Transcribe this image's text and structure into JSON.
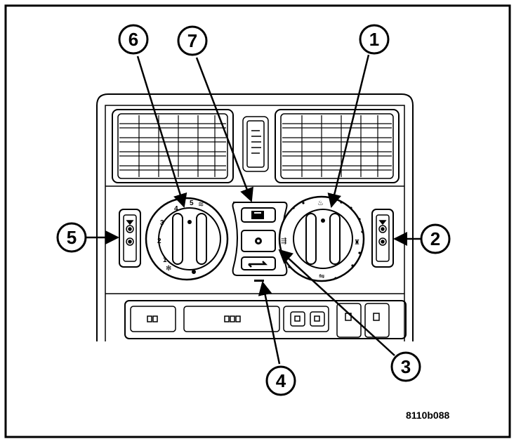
{
  "figure": {
    "id": "8110b088",
    "callouts": [
      {
        "key": "c1",
        "label": "1"
      },
      {
        "key": "c2",
        "label": "2"
      },
      {
        "key": "c3",
        "label": "3"
      },
      {
        "key": "c4",
        "label": "4"
      },
      {
        "key": "c5",
        "label": "5"
      },
      {
        "key": "c6",
        "label": "6"
      },
      {
        "key": "c7",
        "label": "7"
      }
    ],
    "fan_dial_marks": [
      "1",
      "2",
      "3",
      "4",
      "5"
    ]
  },
  "colors": {
    "ink": "#000000",
    "panel_fill": "#ffffff",
    "shade": "#dcdcdc"
  }
}
